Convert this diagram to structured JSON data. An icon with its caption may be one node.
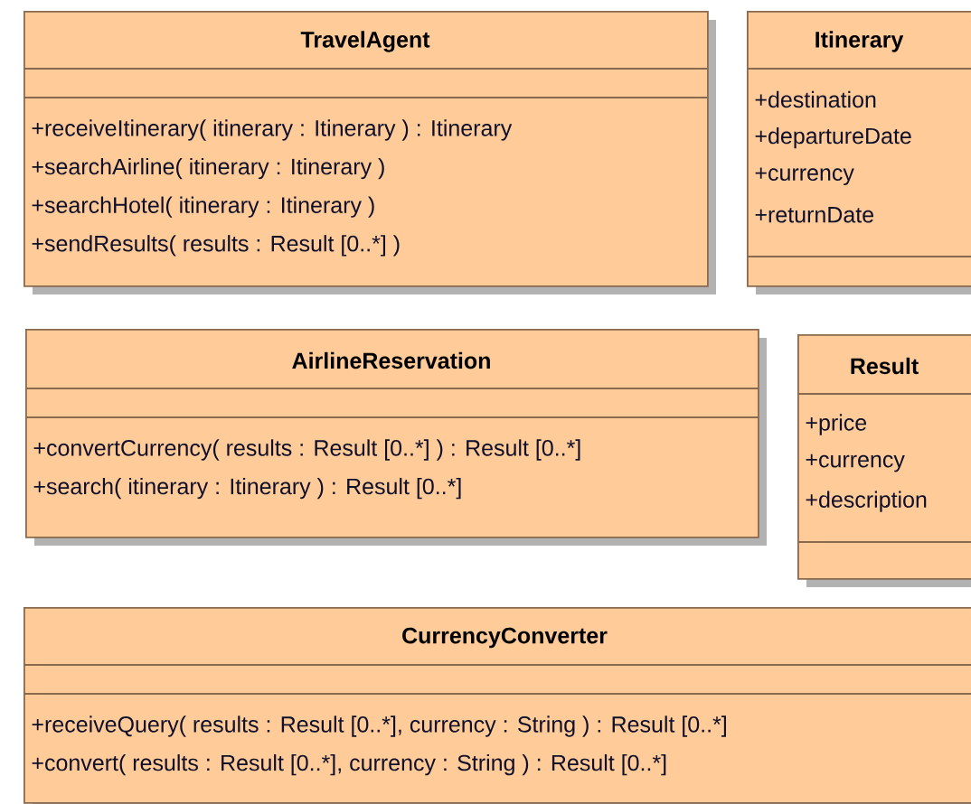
{
  "diagram": {
    "nodes": [
      {
        "text": [
          "TravelAgent",
          "+receiveItinerary( itinerary : Itinerary ) : Itinerary",
          "+searchAirline( itinerary : Itinerary )",
          "+searchHotel( itinerary : Itinerary )",
          "+sendResults( results : Result [0..*] )"
        ]
      },
      {
        "text": [
          "Itinerary",
          "+destination",
          "+departureDate",
          "+currency",
          "+returnDate"
        ]
      },
      {
        "text": [
          "AirlineReservation",
          "+convertCurrency( results : Result [0..*] ) : Result [0..*]",
          "+search( itinerary : Itinerary ) : Result [0..*]"
        ]
      },
      {
        "text": [
          "Result",
          "+price",
          "+currency",
          "+description"
        ]
      },
      {
        "text": [
          "CurrencyConverter",
          "+receiveQuery( results : Result [0..*], currency : String ) : Result [0..*]",
          "+convert( results : Result [0..*], currency : String ) : Result [0..*]"
        ]
      }
    ]
  }
}
